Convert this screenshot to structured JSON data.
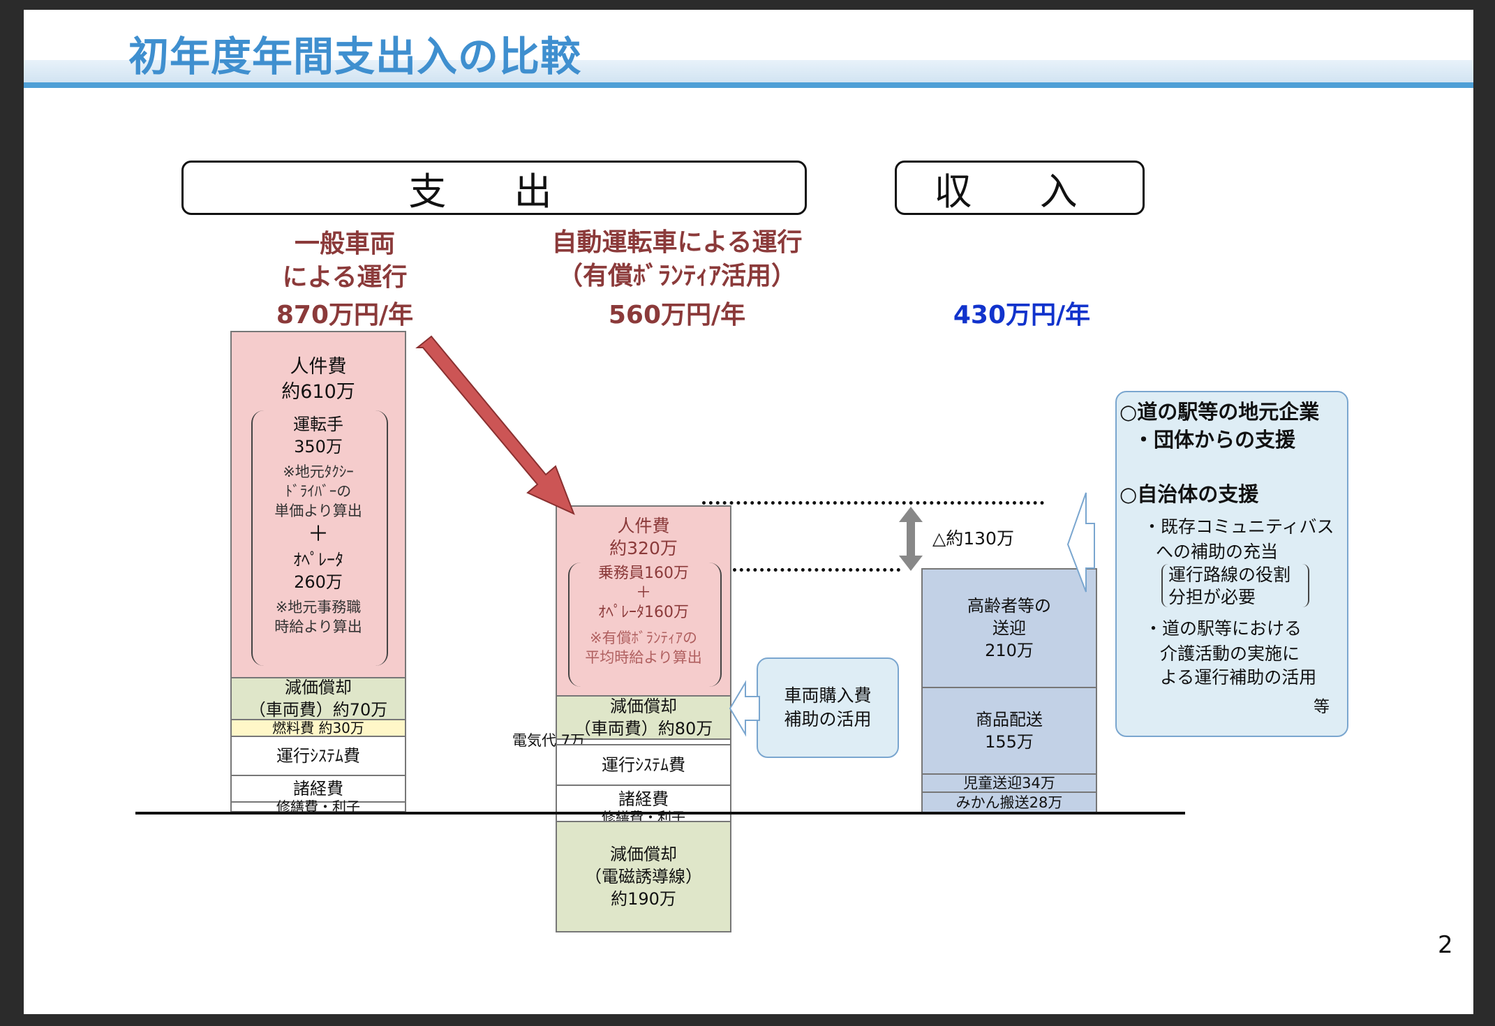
{
  "title": "初年度年間支出入の比較",
  "headers": {
    "expense": "支 出",
    "income": "収 入"
  },
  "general": {
    "heading_1": "一般車両",
    "heading_2": "による運行",
    "amount": "870万円/年",
    "personnel_1": "人件費",
    "personnel_2": "約610万",
    "driver_1": "運転手",
    "driver_2": "350万",
    "driver_note_1": "※地元ﾀｸｼｰ",
    "driver_note_2": "ﾄﾞﾗｲﾊﾞｰの",
    "driver_note_3": "単価より算出",
    "plus": "＋",
    "operator_1": "ｵﾍﾟﾚｰﾀ",
    "operator_2": "260万",
    "operator_note_1": "※地元事務職",
    "operator_note_2": "時給より算出",
    "depreciation_1": "減価償却",
    "depreciation_2": "（車両費）約70万",
    "fuel": "燃料費 約30万",
    "system": "運行ｼｽﾃﾑ費",
    "misc": "諸経費",
    "repair": "修繕費・利子"
  },
  "auto": {
    "heading_1": "自動運転車による運行",
    "heading_2": "（有償ﾎﾞﾗﾝﾃｨｱ活用）",
    "amount": "560万円/年",
    "personnel_1": "人件費",
    "personnel_2": "約320万",
    "crew": "乗務員160万",
    "plus": "＋",
    "operator": "ｵﾍﾟﾚｰﾀ160万",
    "note_1": "※有償ﾎﾞﾗﾝﾃｨｱの",
    "note_2": "平均時給より算出",
    "depreciation_1": "減価償却",
    "depreciation_2": "（車両費）約80万",
    "electricity": "電気代 7万",
    "system": "運行ｼｽﾃﾑ費",
    "misc": "諸経費",
    "repair": "修繕費・利子",
    "induction_1": "減価償却",
    "induction_2": "（電磁誘導線）",
    "induction_3": "約190万",
    "subsidy_1": "車両購入費",
    "subsidy_2": "補助の活用"
  },
  "income": {
    "amount": "430万円/年",
    "gap": "△約130万",
    "elderly_1": "高齢者等の",
    "elderly_2": "送迎",
    "elderly_3": "210万",
    "delivery_1": "商品配送",
    "delivery_2": "155万",
    "children": "児童送迎34万",
    "mikan": "みかん搬送28万"
  },
  "support": {
    "line1": "○道の駅等の地元企業",
    "line2": "・団体からの支援",
    "line3": "○自治体の支援",
    "line4": "・既存コミュニティバス",
    "line5": "への補助の充当",
    "line6": "運行路線の役割",
    "line7": "分担が必要",
    "line8": "・道の駅等における",
    "line9": "介護活動の実施に",
    "line10": "よる運行補助の活用",
    "line11": "等"
  },
  "page_number": "2",
  "colors": {
    "title": "#3f8fcf",
    "expense_red": "#8b3a3a",
    "income_blue": "#1133cc",
    "arrow": "#cc5555"
  }
}
